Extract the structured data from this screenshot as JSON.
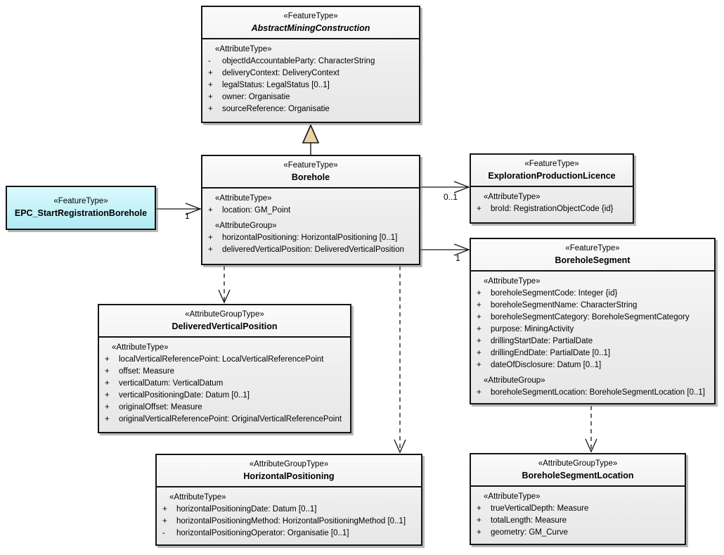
{
  "colors": {
    "node_border": "#141414",
    "node_fill_light": "#ededed",
    "highlight_fill_cyan": "#c3f1f8",
    "generalization_triangle": "#ecd3a2"
  },
  "classes": [
    {
      "stereotype": "«FeatureType»",
      "name": "AbstractMiningConstruction",
      "abstract": true,
      "sections": [
        {
          "heading": "«AttributeType»",
          "attributes": [
            {
              "vis": "-",
              "text": "objectIdAccountableParty: CharacterString"
            },
            {
              "vis": "+",
              "text": "deliveryContext: DeliveryContext"
            },
            {
              "vis": "+",
              "text": "legalStatus: LegalStatus [0..1]"
            },
            {
              "vis": "+",
              "text": "owner: Organisatie"
            },
            {
              "vis": "+",
              "text": "sourceReference: Organisatie"
            }
          ]
        }
      ]
    },
    {
      "stereotype": "«FeatureType»",
      "name": "Borehole",
      "abstract": false,
      "sections": [
        {
          "heading": "«AttributeType»",
          "attributes": [
            {
              "vis": "+",
              "text": "location: GM_Point"
            }
          ]
        },
        {
          "heading": "«AttributeGroup»",
          "attributes": [
            {
              "vis": "+",
              "text": "horizontalPositioning: HorizontalPositioning [0..1]"
            },
            {
              "vis": "+",
              "text": "deliveredVerticalPosition: DeliveredVerticalPosition"
            }
          ]
        }
      ]
    },
    {
      "stereotype": "«FeatureType»",
      "name": "EPC_StartRegistrationBorehole",
      "abstract": false,
      "sections": []
    },
    {
      "stereotype": "«FeatureType»",
      "name": "ExplorationProductionLicence",
      "abstract": false,
      "sections": [
        {
          "heading": "«AttributeType»",
          "attributes": [
            {
              "vis": "+",
              "text": "broId: RegistrationObjectCode {id}"
            }
          ]
        }
      ]
    },
    {
      "stereotype": "«FeatureType»",
      "name": "BoreholeSegment",
      "abstract": false,
      "sections": [
        {
          "heading": "«AttributeType»",
          "attributes": [
            {
              "vis": "+",
              "text": "boreholeSegmentCode: Integer {id}"
            },
            {
              "vis": "+",
              "text": "boreholeSegmentName: CharacterString"
            },
            {
              "vis": "+",
              "text": "boreholeSegmentCategory: BoreholeSegmentCategory"
            },
            {
              "vis": "+",
              "text": "purpose: MiningActivity"
            },
            {
              "vis": "+",
              "text": "drillingStartDate: PartialDate"
            },
            {
              "vis": "+",
              "text": "drillingEndDate: PartialDate [0..1]"
            },
            {
              "vis": "+",
              "text": "dateOfDisclosure: Datum [0..1]"
            }
          ]
        },
        {
          "heading": "«AttributeGroup»",
          "attributes": [
            {
              "vis": "+",
              "text": "boreholeSegmentLocation: BoreholeSegmentLocation [0..1]"
            }
          ]
        }
      ]
    },
    {
      "stereotype": "«AttributeGroupType»",
      "name": "DeliveredVerticalPosition",
      "abstract": false,
      "sections": [
        {
          "heading": "«AttributeType»",
          "attributes": [
            {
              "vis": "+",
              "text": "localVerticalReferencePoint: LocalVerticalReferencePoint"
            },
            {
              "vis": "+",
              "text": "offset: Measure"
            },
            {
              "vis": "+",
              "text": "verticalDatum: VerticalDatum"
            },
            {
              "vis": "+",
              "text": "verticalPositioningDate: Datum [0..1]"
            },
            {
              "vis": "+",
              "text": "originalOffset: Measure"
            },
            {
              "vis": "+",
              "text": "originalVerticalReferencePoint: OriginalVerticalReferencePoint"
            }
          ]
        }
      ]
    },
    {
      "stereotype": "«AttributeGroupType»",
      "name": "HorizontalPositioning",
      "abstract": false,
      "sections": [
        {
          "heading": "«AttributeType»",
          "attributes": [
            {
              "vis": "+",
              "text": "horizontalPositioningDate: Datum [0..1]"
            },
            {
              "vis": "+",
              "text": "horizontalPositioningMethod: HorizontalPositioningMethod [0..1]"
            },
            {
              "vis": "-",
              "text": "horizontalPositioningOperator: Organisatie [0..1]"
            }
          ]
        }
      ]
    },
    {
      "stereotype": "«AttributeGroupType»",
      "name": "BoreholeSegmentLocation",
      "abstract": false,
      "sections": [
        {
          "heading": "«AttributeType»",
          "attributes": [
            {
              "vis": "+",
              "text": "trueVerticalDepth: Measure"
            },
            {
              "vis": "+",
              "text": "totalLength: Measure"
            },
            {
              "vis": "+",
              "text": "geometry: GM_Curve"
            }
          ]
        }
      ]
    }
  ],
  "connectors": [
    {
      "type": "generalization",
      "source": "Borehole",
      "target": "AbstractMiningConstruction"
    },
    {
      "type": "association",
      "source": "EPC_StartRegistrationBorehole",
      "target": "Borehole",
      "target_multiplicity": "1"
    },
    {
      "type": "association",
      "source": "Borehole",
      "target": "ExplorationProductionLicence",
      "target_multiplicity": "0..1"
    },
    {
      "type": "association",
      "source": "Borehole",
      "target": "BoreholeSegment",
      "target_multiplicity": "1"
    },
    {
      "type": "dependency",
      "source": "Borehole",
      "target": "DeliveredVerticalPosition"
    },
    {
      "type": "dependency",
      "source": "Borehole",
      "target": "HorizontalPositioning"
    },
    {
      "type": "dependency",
      "source": "BoreholeSegment",
      "target": "BoreholeSegmentLocation"
    }
  ]
}
